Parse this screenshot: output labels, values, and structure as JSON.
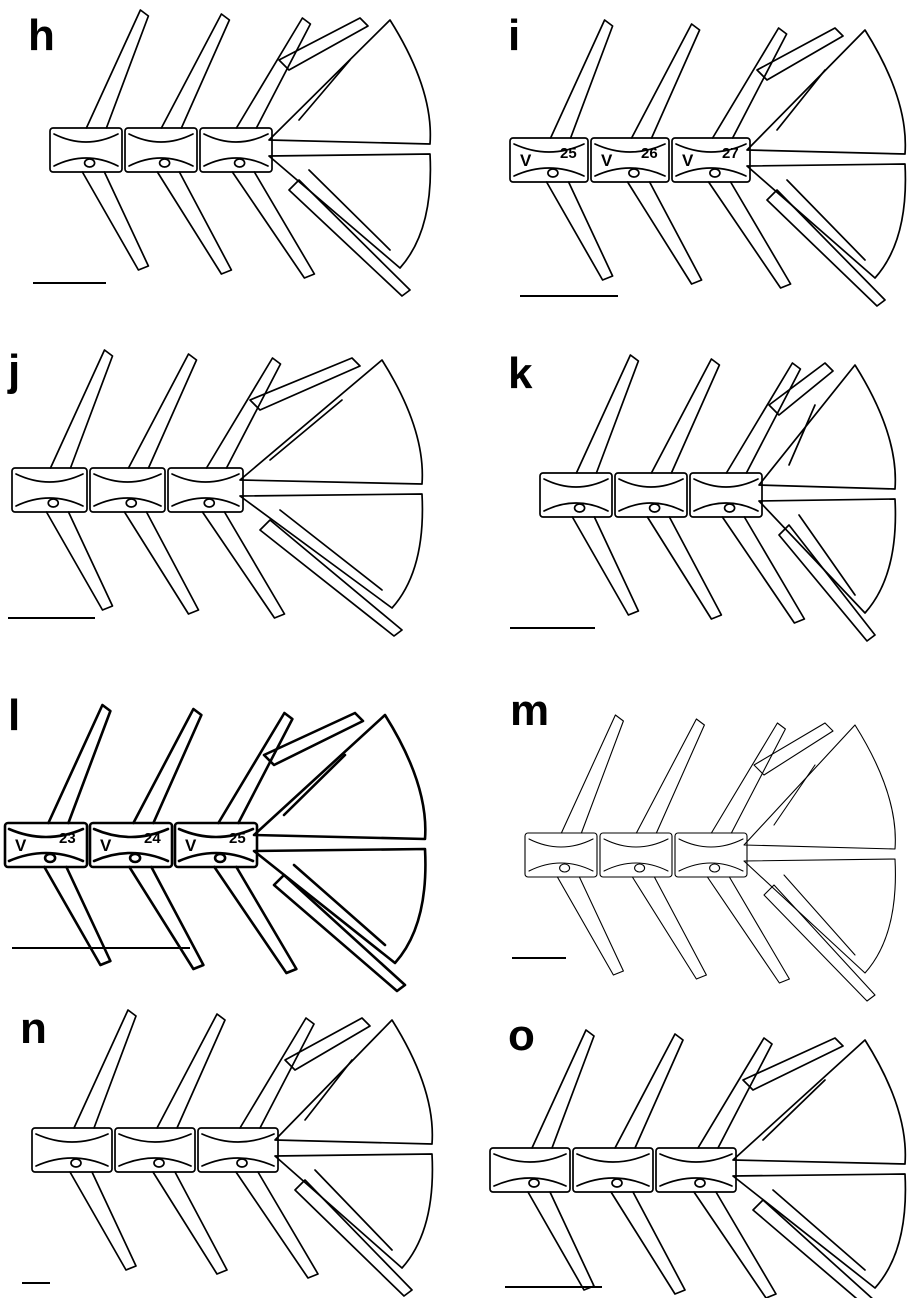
{
  "panels": [
    {
      "letter": "h",
      "labels": []
    },
    {
      "letter": "i",
      "labels": [
        {
          "text": "V",
          "kind": "v"
        },
        {
          "text": "25",
          "kind": "num"
        },
        {
          "text": "V",
          "kind": "v"
        },
        {
          "text": "26",
          "kind": "num"
        },
        {
          "text": "V",
          "kind": "v"
        },
        {
          "text": "27",
          "kind": "num"
        }
      ]
    },
    {
      "letter": "j",
      "labels": []
    },
    {
      "letter": "k",
      "labels": []
    },
    {
      "letter": "l",
      "labels": [
        {
          "text": "V",
          "kind": "v"
        },
        {
          "text": "23",
          "kind": "num"
        },
        {
          "text": "V",
          "kind": "v"
        },
        {
          "text": "24",
          "kind": "num"
        },
        {
          "text": "V",
          "kind": "v"
        },
        {
          "text": "25",
          "kind": "num"
        }
      ]
    },
    {
      "letter": "m",
      "labels": []
    },
    {
      "letter": "n",
      "labels": []
    },
    {
      "letter": "o",
      "labels": []
    }
  ]
}
